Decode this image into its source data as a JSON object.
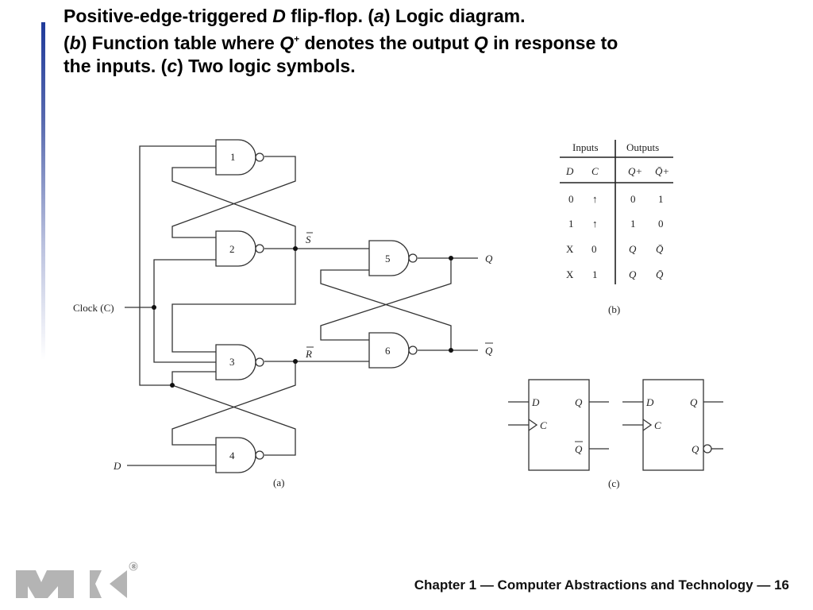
{
  "slide": {
    "title": {
      "line1_a": "Positive-edge-triggered ",
      "line1_d": "D",
      "line1_b": " flip-flop. (",
      "line1_a_italic": "a",
      "line1_c": ") Logic diagram.",
      "line2_a": "(",
      "line2_b_italic": "b",
      "line2_c": ") Function table where ",
      "line2_q": "Q",
      "line2_plus": "+",
      "line2_d": " denotes the output ",
      "line2_q2": "Q",
      "line2_e": " in response to",
      "line3_a": "the inputs. (",
      "line3_c_italic": "c",
      "line3_b": ") Two logic symbols."
    },
    "footer": "Chapter 1 — Computer Abstractions and Technology — 16",
    "logo": {
      "letters": "MK",
      "mark": "®",
      "color": "#b4b4b4"
    },
    "accent_color": "#1f3a9a"
  },
  "diagram_a": {
    "caption": "(a)",
    "gates": [
      "1",
      "2",
      "3",
      "4",
      "5",
      "6"
    ],
    "labels": {
      "clock": "Clock (C)",
      "d_input": "D",
      "s_bar": "S",
      "r_bar": "R",
      "q": "Q",
      "q_bar": "Q"
    }
  },
  "table_b": {
    "caption": "(b)",
    "group_headers": [
      "Inputs",
      "Outputs"
    ],
    "column_headers": [
      "D",
      "C",
      "Q+",
      "Q̄+"
    ],
    "rows": [
      [
        "0",
        "↑",
        "0",
        "1"
      ],
      [
        "1",
        "↑",
        "1",
        "0"
      ],
      [
        "X",
        "0",
        "Q",
        "Q̄"
      ],
      [
        "X",
        "1",
        "Q",
        "Q̄"
      ]
    ]
  },
  "symbols_c": {
    "caption": "(c)",
    "symbol1": {
      "d": "D",
      "c": "C",
      "q": "Q",
      "qbar": "Q"
    },
    "symbol2": {
      "d": "D",
      "c": "C",
      "q": "Q",
      "qbar": "Q"
    }
  }
}
